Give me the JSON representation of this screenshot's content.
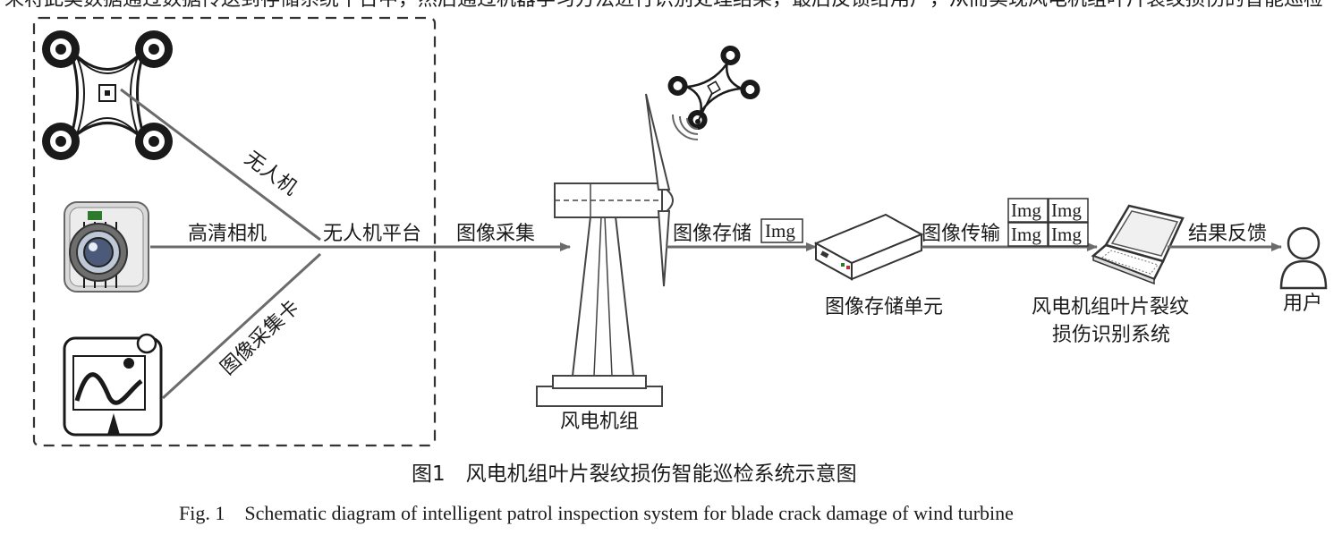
{
  "top_fragment": "来将此类数据通过数据传送到存储系统平台中，然后通过机器学习方法进行识别处理结果，最后反馈给用户，从而实现风电机组叶片裂纹损伤的智能巡检",
  "nodes": {
    "drone_label": "无人机",
    "camera_label": "高清相机",
    "capture_card_label": "图像采集卡",
    "platform_label": "无人机平台",
    "turbine_label": "风电机组",
    "storage_unit_label": "图像存储单元",
    "system_label_line1": "风电机组叶片裂纹",
    "system_label_line2": "损伤识别系统",
    "user_label": "用户"
  },
  "edges": {
    "capture": "图像采集",
    "store": "图像存储",
    "transfer": "图像传输",
    "feedback": "结果反馈"
  },
  "img_tag": "Img",
  "caption": {
    "zh": "图1　风电机组叶片裂纹损伤智能巡检系统示意图",
    "en": "Fig. 1　Schematic diagram of intelligent patrol inspection system for blade crack damage of wind turbine"
  }
}
